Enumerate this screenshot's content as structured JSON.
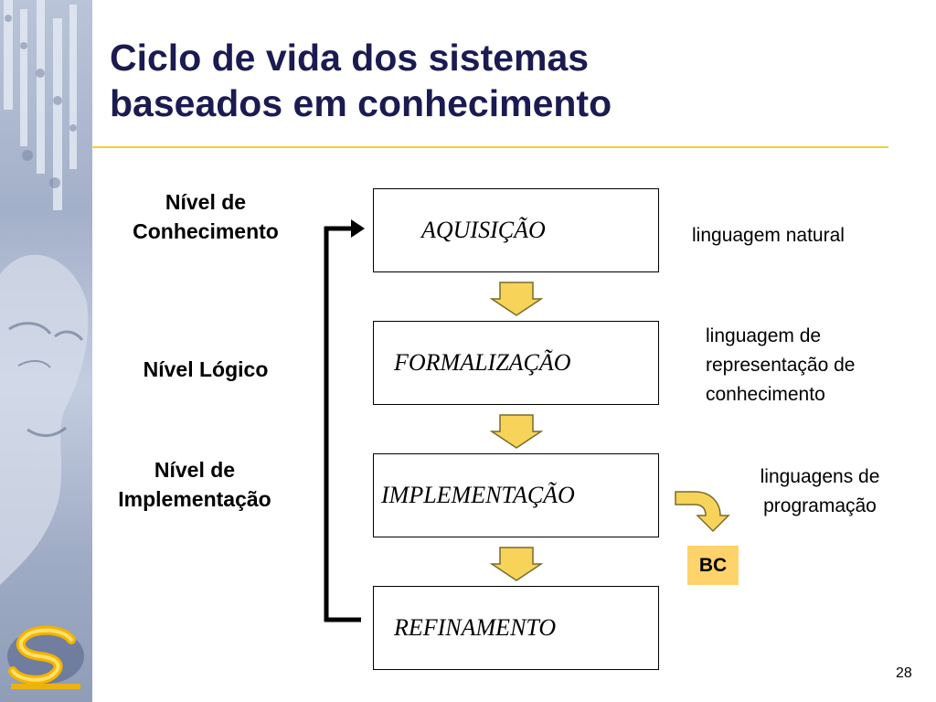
{
  "title": {
    "line1": "Ciclo de vida dos sistemas",
    "line2": "baseados em conhecimento"
  },
  "levels": [
    {
      "lines": [
        "Nível de",
        "Conhecimento"
      ]
    },
    {
      "lines": [
        "Nível Lógico"
      ]
    },
    {
      "lines": [
        "Nível de",
        "Implementação"
      ]
    }
  ],
  "stages": [
    {
      "label": "AQUISIÇÃO"
    },
    {
      "label": "FORMALIZAÇÃO"
    },
    {
      "label": "IMPLEMENTAÇÃO"
    },
    {
      "label": "REFINAMENTO"
    }
  ],
  "descriptions": [
    {
      "lines": [
        "linguagem natural"
      ]
    },
    {
      "lines": [
        "linguagem de",
        "representação de",
        "conhecimento"
      ]
    },
    {
      "lines": [
        "linguagens de",
        "programação"
      ]
    }
  ],
  "bc_label": "BC",
  "page_number": "28",
  "colors": {
    "title": "#1b1b52",
    "rule": "#f2cf3c",
    "arrow_fill": "#f7d35a",
    "bc_fill": "#ffd36b"
  }
}
